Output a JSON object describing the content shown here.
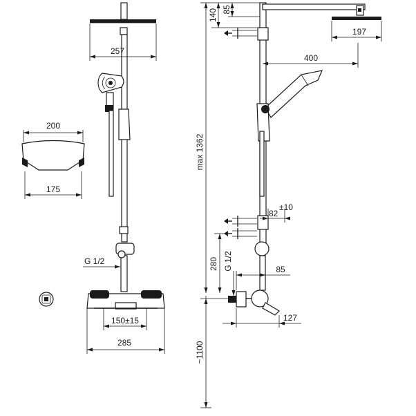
{
  "dimensions": {
    "head_width_front": "257",
    "head_diameter_side": "197",
    "arm_length": "400",
    "height_140": "140",
    "height_85": "85",
    "max_height": "max 1362",
    "height_1100": "~1100",
    "shelf_width": "200",
    "shelf_depth": "175",
    "pipe_thread_front": "G 1/2",
    "pipe_thread_side": "G 1/2",
    "connection_spacing": "150±15",
    "mixer_width": "285",
    "bracket_offset": "82",
    "bracket_tolerance": "±10",
    "height_280": "280",
    "mixer_offset": "85",
    "mixer_depth": "127"
  }
}
